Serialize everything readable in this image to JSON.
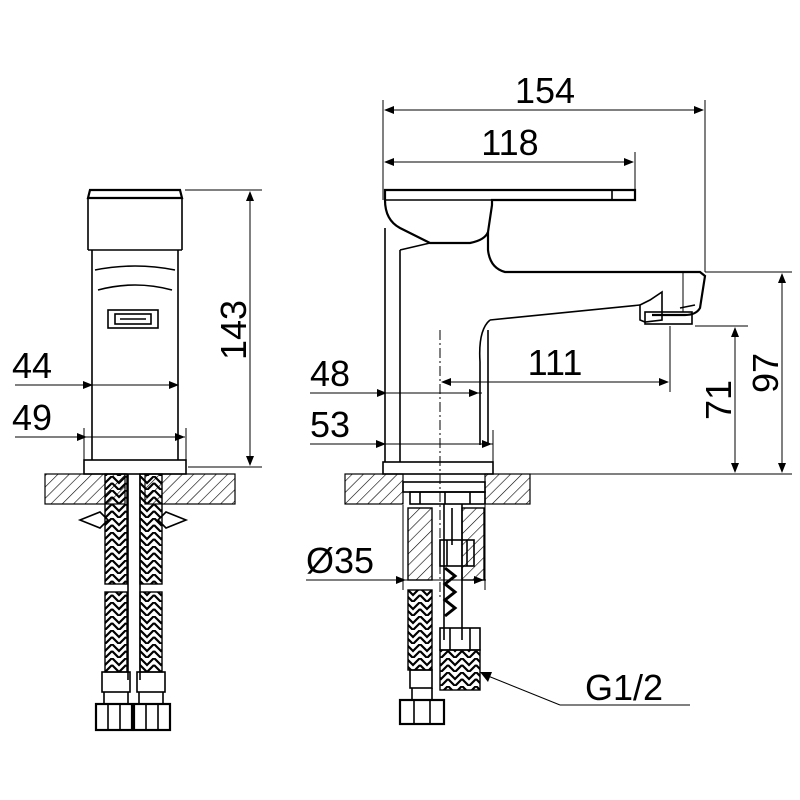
{
  "dimensions": {
    "front_view": {
      "height": "143",
      "body_width": "44",
      "base_width": "49"
    },
    "side_view": {
      "overall_length": "154",
      "lever_length": "118",
      "spout_reach": "111",
      "spout_height": "71",
      "overall_height": "97",
      "body_depth": "48",
      "base_depth": "53",
      "shank_diameter": "Ø35",
      "thread": "G1/2"
    }
  },
  "colors": {
    "line": "#000000",
    "background": "#ffffff"
  }
}
